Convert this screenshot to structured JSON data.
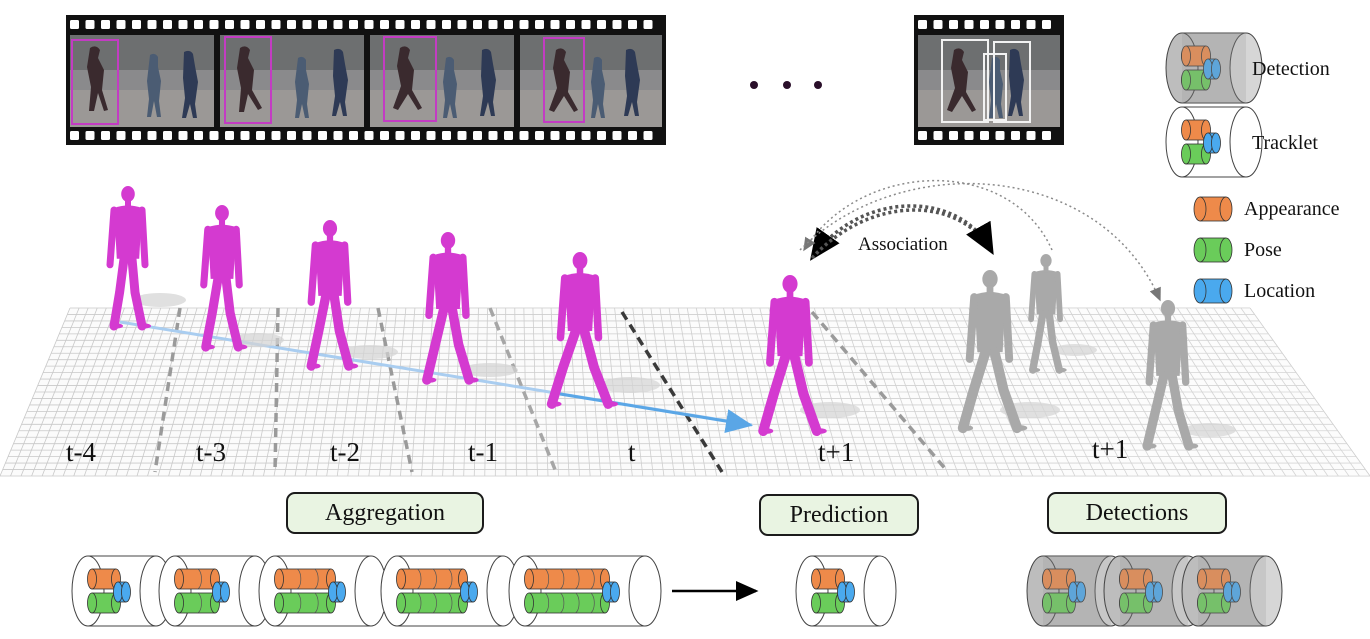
{
  "legend": {
    "detection": "Detection",
    "tracklet": "Tracklet",
    "appearance": "Appearance",
    "pose": "Pose",
    "location": "Location"
  },
  "time_labels": [
    "t-4",
    "t-3",
    "t-2",
    "t-1",
    "t",
    "t+1",
    "t+1"
  ],
  "association_label": "Association",
  "stages": {
    "aggregation": "Aggregation",
    "prediction": "Prediction",
    "detections": "Detections"
  },
  "colors": {
    "appearance": "#ee8a4a",
    "pose": "#6acc5a",
    "location": "#4aa9ee",
    "person_tracked": "#d43ad0",
    "person_detected": "#a9a9a9",
    "film": "#111111",
    "bbox_track": "#c33cc3",
    "bbox_det": "#f2f2f2",
    "trajectory": "#5aa6e6",
    "pill_fill": "#e9f4e2"
  },
  "icons": {
    "ellipsis": "three-dots-icon",
    "arrow": "right-arrow-icon",
    "film_strip": "film-strip-icon"
  }
}
